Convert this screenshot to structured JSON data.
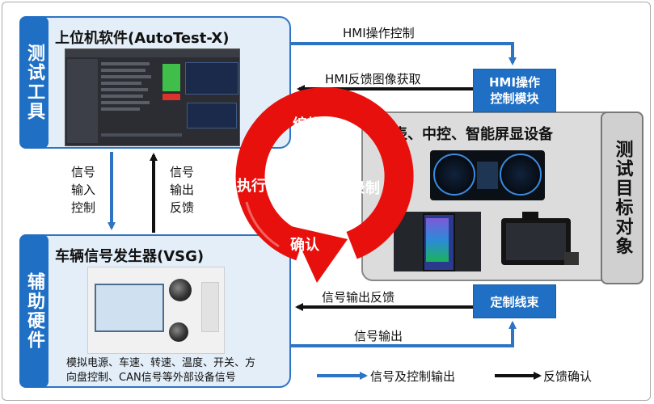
{
  "test_tool": {
    "tab": "测试工具",
    "software_title": "上位机软件(AutoTest-X)"
  },
  "aux_hardware": {
    "tab": "辅助硬件",
    "vsg_title": "车辆信号发生器(VSG)",
    "vsg_desc_line1": "模拟电源、车速、转速、温度、开关、方",
    "vsg_desc_line2": "向盘控制、CAN信号等外部设备信号"
  },
  "target": {
    "tab": "测试目标对象",
    "title": "仪表、中控、智能屏显设备"
  },
  "modules": {
    "hmi_line1": "HMI操作",
    "hmi_line2": "控制模块",
    "harness": "定制线束"
  },
  "arrows": {
    "hmi_control": "HMI操作控制",
    "hmi_feedback": "HMI反馈图像获取",
    "signal_input_control": [
      "信号",
      "输入",
      "控制"
    ],
    "signal_output_feedback_v": [
      "信号",
      "输出",
      "反馈"
    ],
    "signal_output_feedback": "信号输出反馈",
    "signal_output": "信号输出"
  },
  "cycle": {
    "edit": "编辑",
    "record": "录制",
    "execute": "执行",
    "confirm": "确认"
  },
  "legend": {
    "blue": "信号及控制输出",
    "black": "反馈确认"
  },
  "colors": {
    "accent_blue": "#1f6fc4",
    "light_panel": "#e3eef8",
    "target_panel": "#dcdcdc",
    "cycle_red": "#e8100c"
  }
}
